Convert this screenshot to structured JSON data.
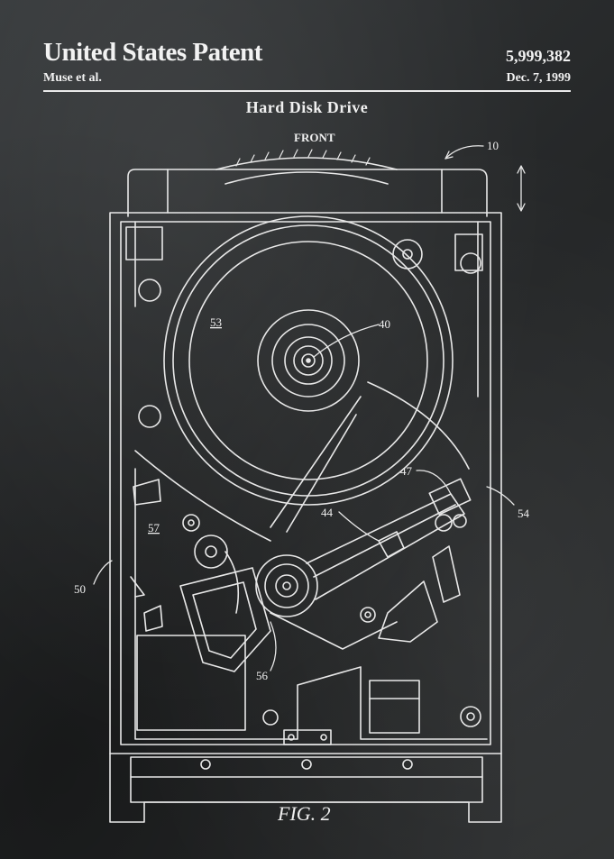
{
  "header": {
    "title": "United States Patent",
    "patent_number": "5,999,382",
    "inventor": "Muse et al.",
    "date": "Dec. 7, 1999"
  },
  "drawing": {
    "title": "Hard Disk Drive",
    "front_label": "FRONT",
    "figure_label": "FIG. 2",
    "reference_numerals": {
      "r10": "10",
      "r40": "40",
      "r44": "44",
      "r47": "47",
      "r50": "50",
      "r53": "53",
      "r54": "54",
      "r56": "56",
      "r57": "57"
    }
  },
  "colors": {
    "background": "#2b2d2e",
    "line": "#e8e8e8"
  }
}
